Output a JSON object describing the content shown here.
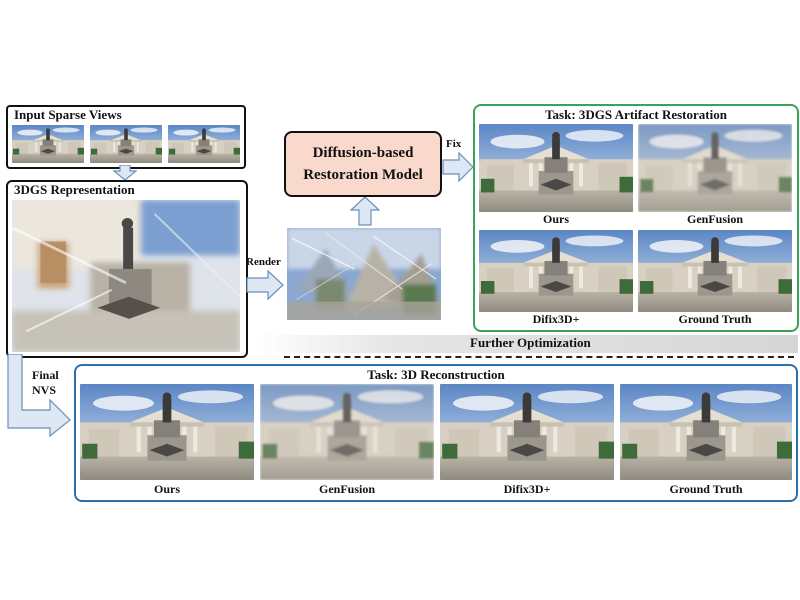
{
  "input_views": {
    "title": "Input Sparse Views"
  },
  "representation": {
    "title": "3DGS Representation"
  },
  "diffusion_model": {
    "line1": "Diffusion-based",
    "line2": "Restoration Model"
  },
  "arrows": {
    "render": "Render",
    "fix": "Fix",
    "further_optimization": "Further Optimization",
    "final_nvs_line1": "Final",
    "final_nvs_line2": "NVS"
  },
  "task_restoration": {
    "title": "Task: 3DGS Artifact Restoration",
    "captions": [
      "Ours",
      "GenFusion",
      "Difix3D+",
      "Ground Truth"
    ]
  },
  "task_reconstruction": {
    "title": "Task: 3D Reconstruction",
    "captions": [
      "Ours",
      "GenFusion",
      "Difix3D+",
      "Ground Truth"
    ]
  },
  "colors": {
    "restoration_border": "#3aa25a",
    "reconstruction_border": "#2b6fa8",
    "diffusion_fill": "#f9d9cc",
    "arrow_fill": "#dde8f4",
    "arrow_stroke": "#6a8fb8"
  }
}
